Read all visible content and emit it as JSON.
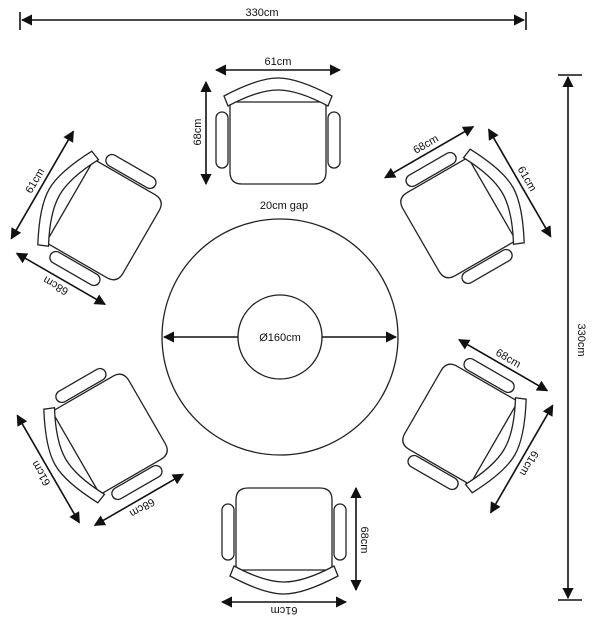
{
  "overall": {
    "width_label": "330cm",
    "depth_label": "330cm"
  },
  "table": {
    "gap_label": "20cm gap",
    "diameter_label": "Ø160cm"
  },
  "chairs": [
    {
      "name": "top",
      "width_label": "61cm",
      "depth_label": "68cm"
    },
    {
      "name": "upper-right",
      "width_label": "61cm",
      "depth_label": "68cm"
    },
    {
      "name": "lower-right",
      "width_label": "61cm",
      "depth_label": "68cm"
    },
    {
      "name": "bottom",
      "width_label": "61cm",
      "depth_label": "68cm"
    },
    {
      "name": "lower-left",
      "width_label": "61cm",
      "depth_label": "68cm"
    },
    {
      "name": "upper-left",
      "width_label": "61cm",
      "depth_label": "68cm"
    }
  ]
}
